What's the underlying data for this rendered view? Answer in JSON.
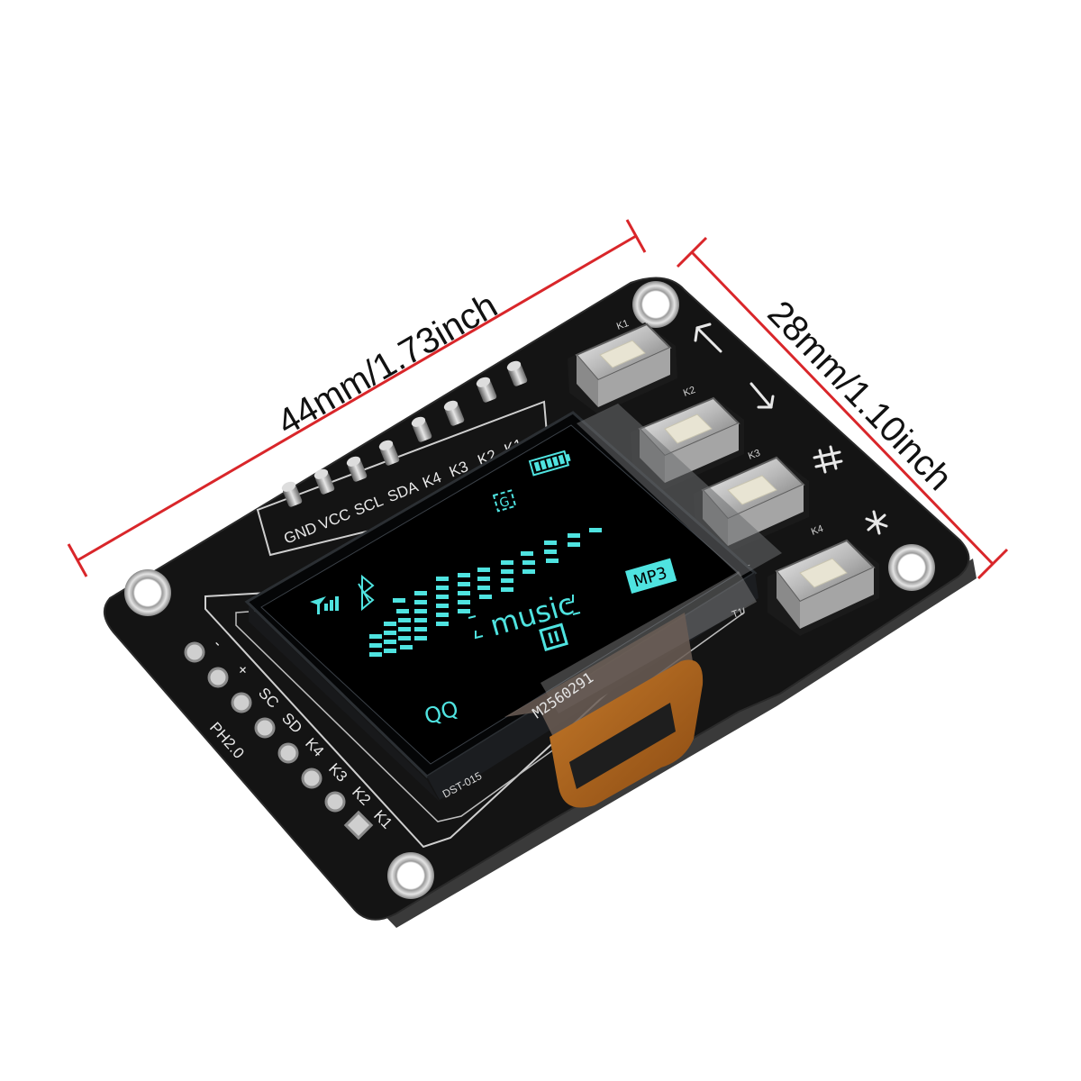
{
  "dimensions": {
    "width_label": "44mm/1.73inch",
    "height_label": "28mm/1.10inch",
    "line_color": "#d9262a"
  },
  "board": {
    "top_header_labels": [
      "GND",
      "VCC",
      "SCL",
      "SDA",
      "K4",
      "K3",
      "K2",
      "K1"
    ],
    "side_header_labels": [
      "-",
      "+",
      "SC",
      "SD",
      "K4",
      "K3",
      "K2",
      "K1"
    ],
    "connector_label": "PH2.0",
    "key_labels": [
      "K1",
      "K2",
      "K3",
      "K4"
    ],
    "key_symbols": [
      "up-arrow-icon",
      "down-arrow-icon",
      "hash-icon",
      "asterisk-icon"
    ],
    "pcb_color": "#141414",
    "silkscreen_color": "#e8e8e8"
  },
  "display": {
    "music_text": "music",
    "qq_text": "QQ",
    "mp3_badge": "MP3",
    "g_badge": "G",
    "flex_code": "DST-015",
    "flex_serial": "M2560291",
    "corner_mark": "T1",
    "oled_color": "#4fe3e0",
    "icons": [
      "antenna-signal-icon",
      "bluetooth-icon",
      "battery-icon",
      "pause-box-icon"
    ]
  }
}
